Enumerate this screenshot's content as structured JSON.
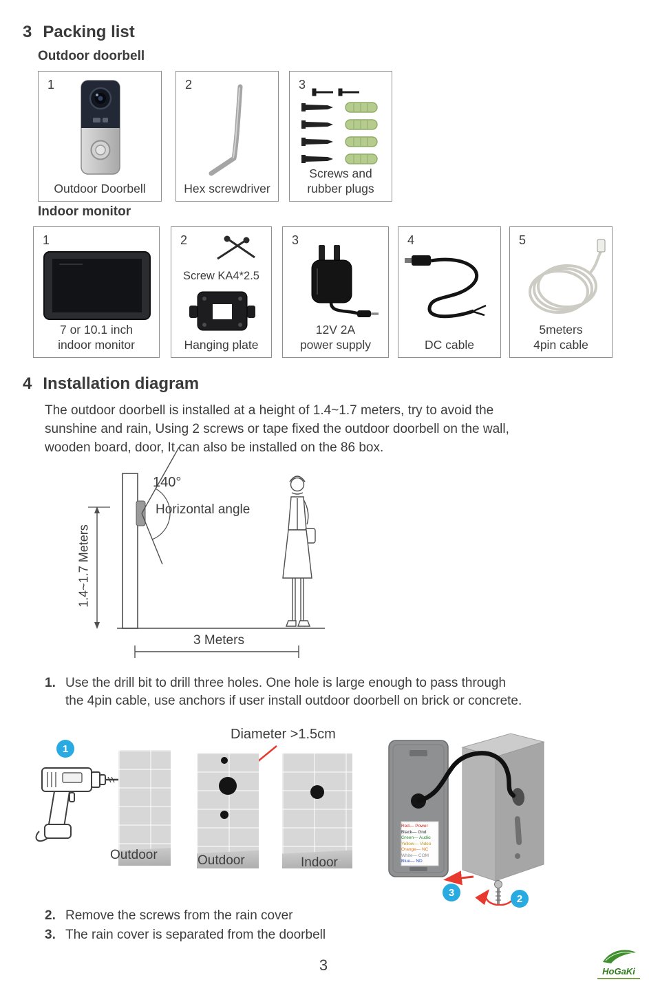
{
  "packing_list": {
    "section_number": "3",
    "section_title": "Packing list",
    "outdoor_title": "Outdoor doorbell",
    "outdoor_items": [
      {
        "num": "1",
        "label": "Outdoor Doorbell"
      },
      {
        "num": "2",
        "label": "Hex screwdriver"
      },
      {
        "num": "3",
        "label": "Screws and\nrubber plugs"
      }
    ],
    "indoor_title": "Indoor monitor",
    "indoor_items": [
      {
        "num": "1",
        "label": "7 or 10.1 inch\nindoor monitor"
      },
      {
        "num": "2",
        "screw_label": "Screw KA4*2.5",
        "label": "Hanging plate"
      },
      {
        "num": "3",
        "label": "12V 2A\npower supply"
      },
      {
        "num": "4",
        "label": "DC cable"
      },
      {
        "num": "5",
        "label": "5meters\n4pin cable"
      }
    ]
  },
  "installation": {
    "section_number": "4",
    "section_title": "Installation diagram",
    "intro": "The outdoor doorbell is installed at a height of 1.4~1.7 meters, try to avoid the\nsunshine and rain, Using 2 screws or tape fixed the  outdoor doorbell on the wall,\nwooden board, door, It can also be installed on the 86 box.",
    "diagram": {
      "angle_value": "140°",
      "angle_label": "Horizontal angle",
      "height_label": "1.4~1.7 Meters",
      "width_label": "3 Meters"
    },
    "steps": [
      {
        "num": "1.",
        "text": "Use the drill bit to drill three holes. One hole is large enough to pass through\nthe 4pin cable, use anchors if user install outdoor doorbell on brick or concrete."
      },
      {
        "num": "2.",
        "text": "Remove the screws from the rain cover"
      },
      {
        "num": "3.",
        "text": "The rain cover is separated from the doorbell"
      }
    ],
    "figure": {
      "diameter_label": "Diameter >1.5cm",
      "badge_1": "1",
      "badge_2": "2",
      "badge_3": "3",
      "wall_label_1": "Outdoor",
      "wall_label_2": "Outdoor",
      "wall_label_3": "Indoor",
      "wire_label_lines": [
        {
          "text": "Red— Power",
          "style": "color:#c9271c"
        },
        {
          "text": "Black— Gnd",
          "style": "color:#2b2b2b"
        },
        {
          "text": "Green— Audio",
          "style": "color:#2e8b2e"
        },
        {
          "text": "Yellow— Video",
          "style": "color:#b8951d"
        },
        {
          "text": "Orange— NC",
          "style": "color:#e07a1f"
        },
        {
          "text": "White— COM",
          "style": "color:#8c8c8c"
        },
        {
          "text": "Blue— ND",
          "style": "color:#2b4fc0"
        }
      ]
    }
  },
  "footer": {
    "page_number": "3",
    "logo_text": "HoGaKi"
  },
  "colors": {
    "badge_blue": "#29abe2",
    "arrow_red": "#e8392e",
    "plug_green": "#b5cc8e",
    "text": "#3d3d3d"
  }
}
